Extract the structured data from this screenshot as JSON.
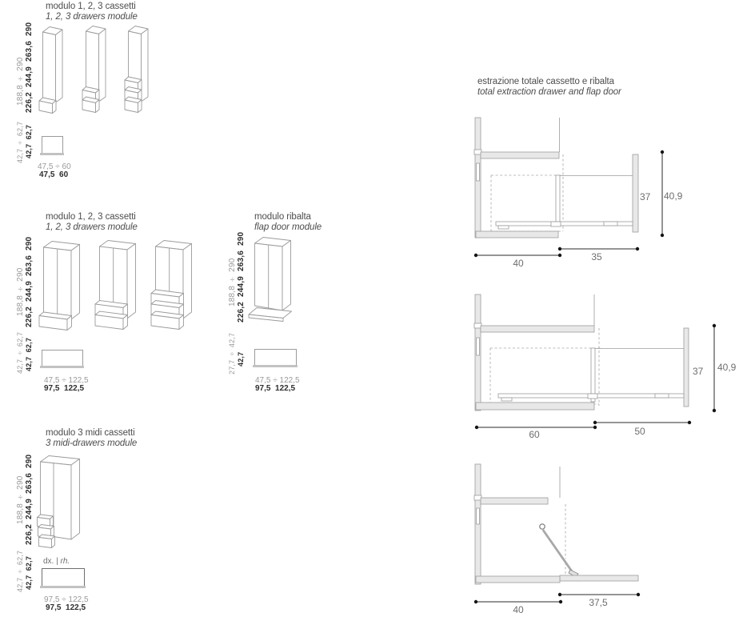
{
  "sections": {
    "drawers_small": {
      "title_it": "modulo 1, 2, 3 cassetti",
      "title_en": "1, 2, 3 drawers module",
      "height_values": "226,2  244,9  263,6  290",
      "height_range": "188,8 ÷ 290",
      "depth_values": "42,7  62,7",
      "depth_range": "42,7 ÷ 62,7",
      "width_range": "47,5 ÷ 60",
      "width_values": "47,5  60"
    },
    "drawers_large": {
      "title_it": "modulo 1, 2, 3 cassetti",
      "title_en": "1, 2, 3 drawers module",
      "height_values": "226,2  244,9  263,6  290",
      "height_range": "188,8 ÷ 290",
      "depth_values": "42,7  62,7",
      "depth_range": "42,7 ÷ 62,7",
      "width_range": "47,5 ÷ 122,5",
      "width_values": "97,5  122,5"
    },
    "flap_door": {
      "title_it": "modulo ribalta",
      "title_en": "flap door module",
      "height_values": "226,2  244,9  263,6  290",
      "height_range": "188,8 ÷ 290",
      "depth_values": "42,7",
      "depth_range": "27,7 ÷ 42,7",
      "width_range": "47,5 ÷ 122,5",
      "width_values": "97,5  122,5"
    },
    "midi_drawers": {
      "title_it": "modulo 3 midi cassetti",
      "title_en": "3 midi-drawers module",
      "height_values": "226,2  244,9  263,6  290",
      "height_range": "188,8 ÷ 290",
      "depth_values": "42,7  62,7",
      "depth_range": "42,7 ÷ 62,7",
      "width_range": "97,5 ÷ 122,5",
      "width_values": "97,5  122,5",
      "variant_it": "dx.",
      "variant_sep": " | ",
      "variant_en": "rh."
    },
    "extraction": {
      "title_it": "estrazione totale cassetto e ribalta",
      "title_en": "total extraction drawer and flap door",
      "drawing1": {
        "cabinet_depth": "40",
        "extraction": "35",
        "drawer_front_height": "37",
        "overall_height": "40,9"
      },
      "drawing2": {
        "cabinet_depth": "60",
        "extraction": "50",
        "drawer_front_height": "37",
        "overall_height": "40,9"
      },
      "drawing3": {
        "cabinet_depth": "40",
        "extraction": "37,5"
      }
    }
  },
  "colors": {
    "line": "#9b9b9b",
    "panel_fill": "#e8e8e8",
    "dim_line": "#2b2b2b",
    "title_text": "#4d4d4d",
    "range_text": "#9a9a9a",
    "dim_text": "#6e6e6e"
  }
}
